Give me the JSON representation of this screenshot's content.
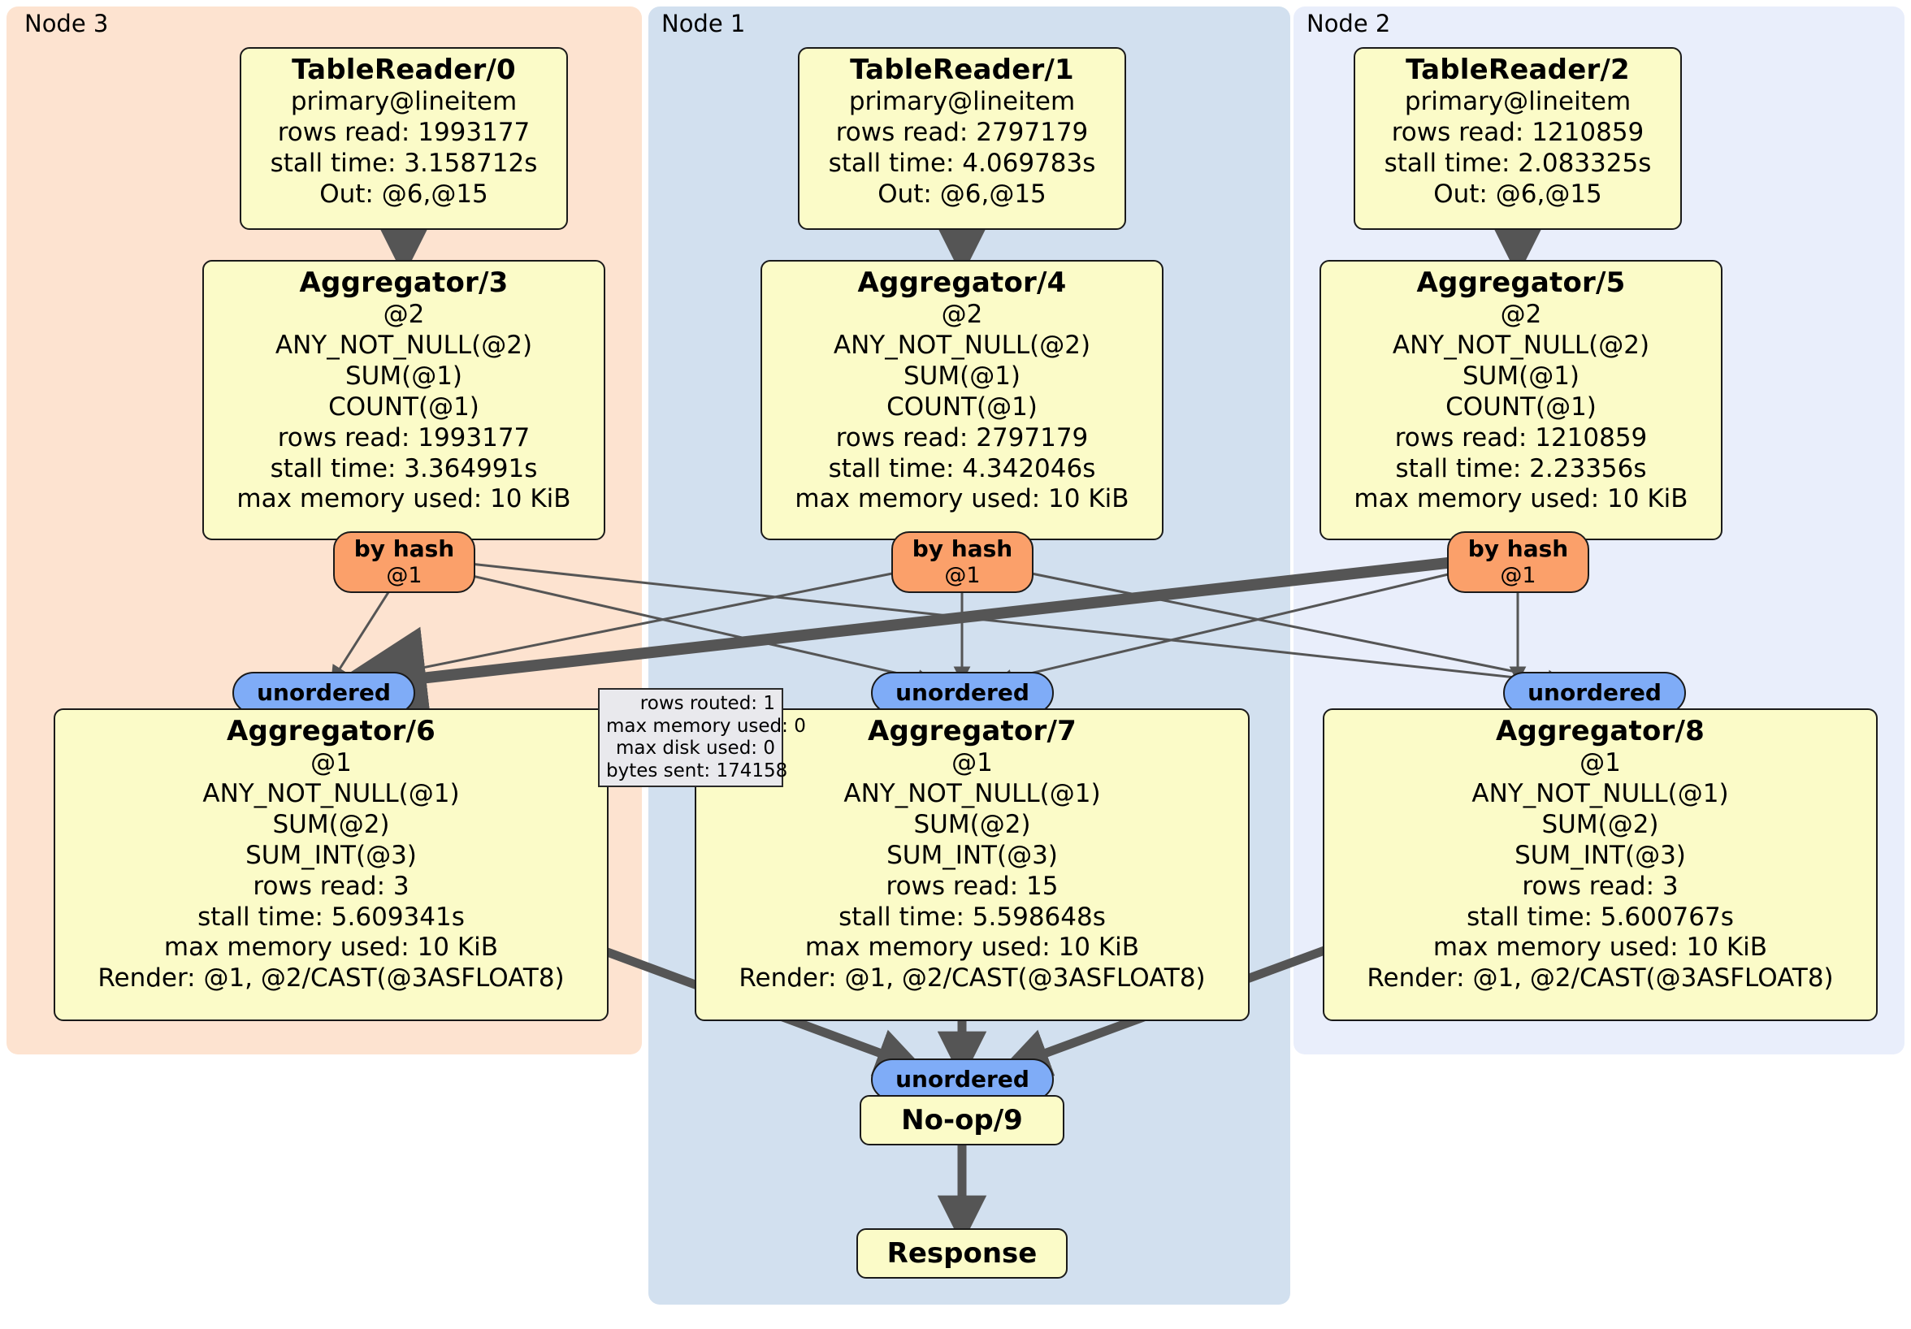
{
  "diagram": {
    "type": "distsql-physical-plan",
    "clusters": [
      {
        "id": "node3",
        "label": "Node 3",
        "color": "#fde3d0"
      },
      {
        "id": "node1",
        "label": "Node 1",
        "color": "#d2e0ef"
      },
      {
        "id": "node2",
        "label": "Node 2",
        "color": "#e9eefb"
      }
    ],
    "colors": {
      "processor_fill": "#fbfbc8",
      "processor_stroke": "#1a1a1a",
      "hash_router_fill": "#fba06a",
      "unordered_sync_fill": "#7facf7",
      "stats_fill": "#e9e9ed",
      "edge": "#555555"
    },
    "processors": [
      {
        "id": "tr0",
        "cluster": "node3",
        "title": "TableReader/0",
        "lines": [
          "primary@lineitem",
          "rows read: 1993177",
          "stall time: 3.158712s",
          "Out: @6,@15"
        ]
      },
      {
        "id": "tr1",
        "cluster": "node1",
        "title": "TableReader/1",
        "lines": [
          "primary@lineitem",
          "rows read: 2797179",
          "stall time: 4.069783s",
          "Out: @6,@15"
        ]
      },
      {
        "id": "tr2",
        "cluster": "node2",
        "title": "TableReader/2",
        "lines": [
          "primary@lineitem",
          "rows read: 1210859",
          "stall time: 2.083325s",
          "Out: @6,@15"
        ]
      },
      {
        "id": "agg3",
        "cluster": "node3",
        "title": "Aggregator/3",
        "lines": [
          "@2",
          "ANY_NOT_NULL(@2)",
          "SUM(@1)",
          "COUNT(@1)",
          "rows read: 1993177",
          "stall time: 3.364991s",
          "max memory used: 10 KiB"
        ]
      },
      {
        "id": "agg4",
        "cluster": "node1",
        "title": "Aggregator/4",
        "lines": [
          "@2",
          "ANY_NOT_NULL(@2)",
          "SUM(@1)",
          "COUNT(@1)",
          "rows read: 2797179",
          "stall time: 4.342046s",
          "max memory used: 10 KiB"
        ]
      },
      {
        "id": "agg5",
        "cluster": "node2",
        "title": "Aggregator/5",
        "lines": [
          "@2",
          "ANY_NOT_NULL(@2)",
          "SUM(@1)",
          "COUNT(@1)",
          "rows read: 1210859",
          "stall time: 2.23356s",
          "max memory used: 10 KiB"
        ]
      },
      {
        "id": "agg6",
        "cluster": "node3",
        "title": "Aggregator/6",
        "lines": [
          "@1",
          "ANY_NOT_NULL(@1)",
          "SUM(@2)",
          "SUM_INT(@3)",
          "rows read: 3",
          "stall time: 5.609341s",
          "max memory used: 10 KiB",
          "Render: @1, @2/CAST(@3ASFLOAT8)"
        ]
      },
      {
        "id": "agg7",
        "cluster": "node1",
        "title": "Aggregator/7",
        "lines": [
          "@1",
          "ANY_NOT_NULL(@1)",
          "SUM(@2)",
          "SUM_INT(@3)",
          "rows read: 15",
          "stall time: 5.598648s",
          "max memory used: 10 KiB",
          "Render: @1, @2/CAST(@3ASFLOAT8)"
        ]
      },
      {
        "id": "agg8",
        "cluster": "node2",
        "title": "Aggregator/8",
        "lines": [
          "@1",
          "ANY_NOT_NULL(@1)",
          "SUM(@2)",
          "SUM_INT(@3)",
          "rows read: 3",
          "stall time: 5.600767s",
          "max memory used: 10 KiB",
          "Render: @1, @2/CAST(@3ASFLOAT8)"
        ]
      },
      {
        "id": "noop9",
        "cluster": "node1",
        "title": "No-op/9",
        "lines": []
      },
      {
        "id": "response",
        "cluster": "node1",
        "title": "Response",
        "lines": []
      }
    ],
    "routers": [
      {
        "id": "hash3",
        "cluster": "node3",
        "kind": "by hash",
        "label": "by hash",
        "sublabel": "@1"
      },
      {
        "id": "hash4",
        "cluster": "node1",
        "kind": "by hash",
        "label": "by hash",
        "sublabel": "@1"
      },
      {
        "id": "hash5",
        "cluster": "node2",
        "kind": "by hash",
        "label": "by hash",
        "sublabel": "@1"
      }
    ],
    "synchronizers": [
      {
        "id": "u6",
        "cluster": "node3",
        "label": "unordered"
      },
      {
        "id": "u7",
        "cluster": "node1",
        "label": "unordered"
      },
      {
        "id": "u8",
        "cluster": "node2",
        "label": "unordered"
      },
      {
        "id": "u9",
        "cluster": "node1",
        "label": "unordered"
      }
    ],
    "stats_box": {
      "id": "stats-hash5-to-u6",
      "lines": [
        "rows routed: 1",
        "max memory used: 0",
        "max disk used: 0",
        "bytes sent: 174158"
      ]
    },
    "edges": [
      {
        "from": "tr0",
        "to": "agg3",
        "weight": "thick"
      },
      {
        "from": "tr1",
        "to": "agg4",
        "weight": "thick"
      },
      {
        "from": "tr2",
        "to": "agg5",
        "weight": "thick"
      },
      {
        "from": "hash3",
        "to": "u6",
        "weight": "thin"
      },
      {
        "from": "hash3",
        "to": "u7",
        "weight": "thin"
      },
      {
        "from": "hash3",
        "to": "u8",
        "weight": "thin"
      },
      {
        "from": "hash4",
        "to": "u6",
        "weight": "thin"
      },
      {
        "from": "hash4",
        "to": "u7",
        "weight": "thin"
      },
      {
        "from": "hash4",
        "to": "u8",
        "weight": "thin"
      },
      {
        "from": "hash5",
        "to": "u6",
        "weight": "very-thick"
      },
      {
        "from": "hash5",
        "to": "u7",
        "weight": "thin"
      },
      {
        "from": "hash5",
        "to": "u8",
        "weight": "thin"
      },
      {
        "from": "agg6",
        "to": "u9",
        "weight": "thick"
      },
      {
        "from": "agg7",
        "to": "u9",
        "weight": "thick"
      },
      {
        "from": "agg8",
        "to": "u9",
        "weight": "thick"
      },
      {
        "from": "noop9",
        "to": "response",
        "weight": "thick"
      }
    ]
  }
}
